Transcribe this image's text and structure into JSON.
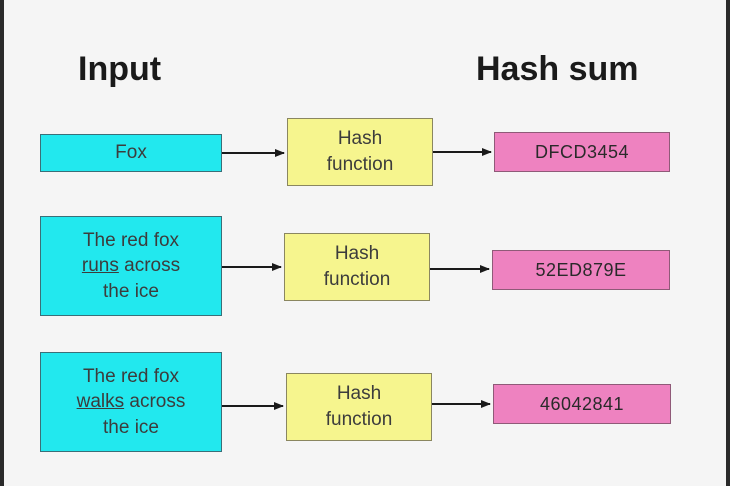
{
  "headings": {
    "input": "Input",
    "hash_sum": "Hash sum"
  },
  "rows": [
    {
      "input_lines": [
        "Fox"
      ],
      "hash_line1": "Hash",
      "hash_line2": "function",
      "sum": "DFCD3454"
    },
    {
      "input_line1": "The red fox",
      "input_line2a": "runs",
      "input_line2b": " across",
      "input_line3": "the ice",
      "hash_line1": "Hash",
      "hash_line2": "function",
      "sum": "52ED879E"
    },
    {
      "input_line1": "The red fox",
      "input_line2a": "walks",
      "input_line2b": " across",
      "input_line3": "the ice",
      "hash_line1": "Hash",
      "hash_line2": "function",
      "sum": "46042841"
    }
  ],
  "colors": {
    "input": "#22e8ee",
    "hash_function": "#f6f58e",
    "hash_sum": "#ee82c0"
  }
}
